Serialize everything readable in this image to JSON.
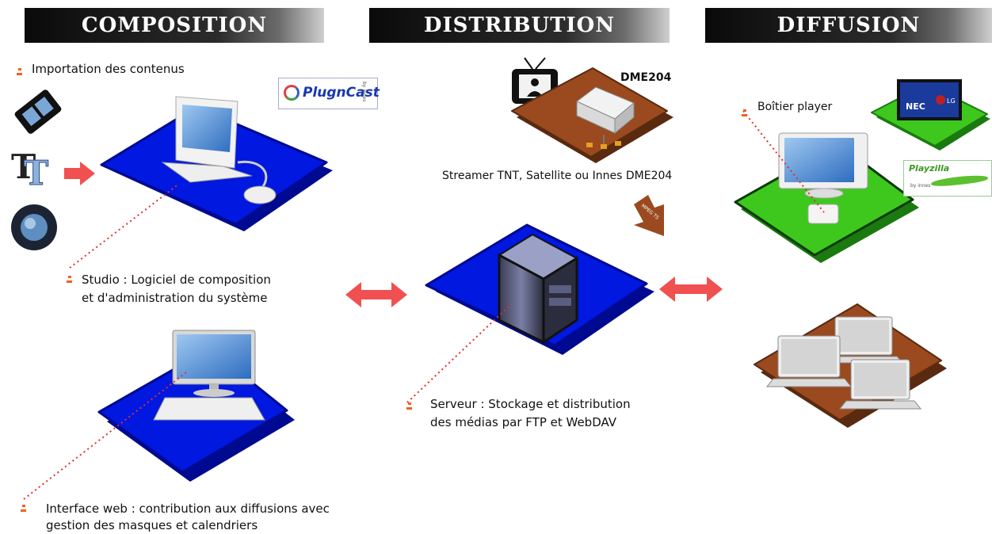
{
  "headers": {
    "composition": "COMPOSITION",
    "distribution": "DISTRIBUTION",
    "diffusion": "DIFFUSION"
  },
  "composition": {
    "import_label": "Importation des contenus",
    "studio_line1": "Studio : Logiciel de composition",
    "studio_line2": "et d'administration du système",
    "web_line1": "Interface web : contribution aux diffusions avec",
    "web_line2": "gestion des masques et calendriers",
    "plugncast_logo": "PlugnCast",
    "plugncast_byline": "by innes"
  },
  "distribution": {
    "dme_label": "DME204",
    "streamer_label": "Streamer TNT, Satellite ou Innes DME204",
    "mpeg_tag": "MPEG TS",
    "server_line1": "Serveur : Stockage et distribution",
    "server_line2": "des médias par FTP et WebDAV"
  },
  "diffusion": {
    "player_label": "Boîtier player",
    "playzilla_logo": "Playzilla",
    "playzilla_byline": "by innes",
    "nec_text": "NEC",
    "lg_text": "LG"
  },
  "colors": {
    "blue_platform": "#0018e0",
    "green_platform": "#3ec81e",
    "brown_platform": "#9a4a1e",
    "arrow_red": "#f05050",
    "dotted_line": "#e03030"
  }
}
